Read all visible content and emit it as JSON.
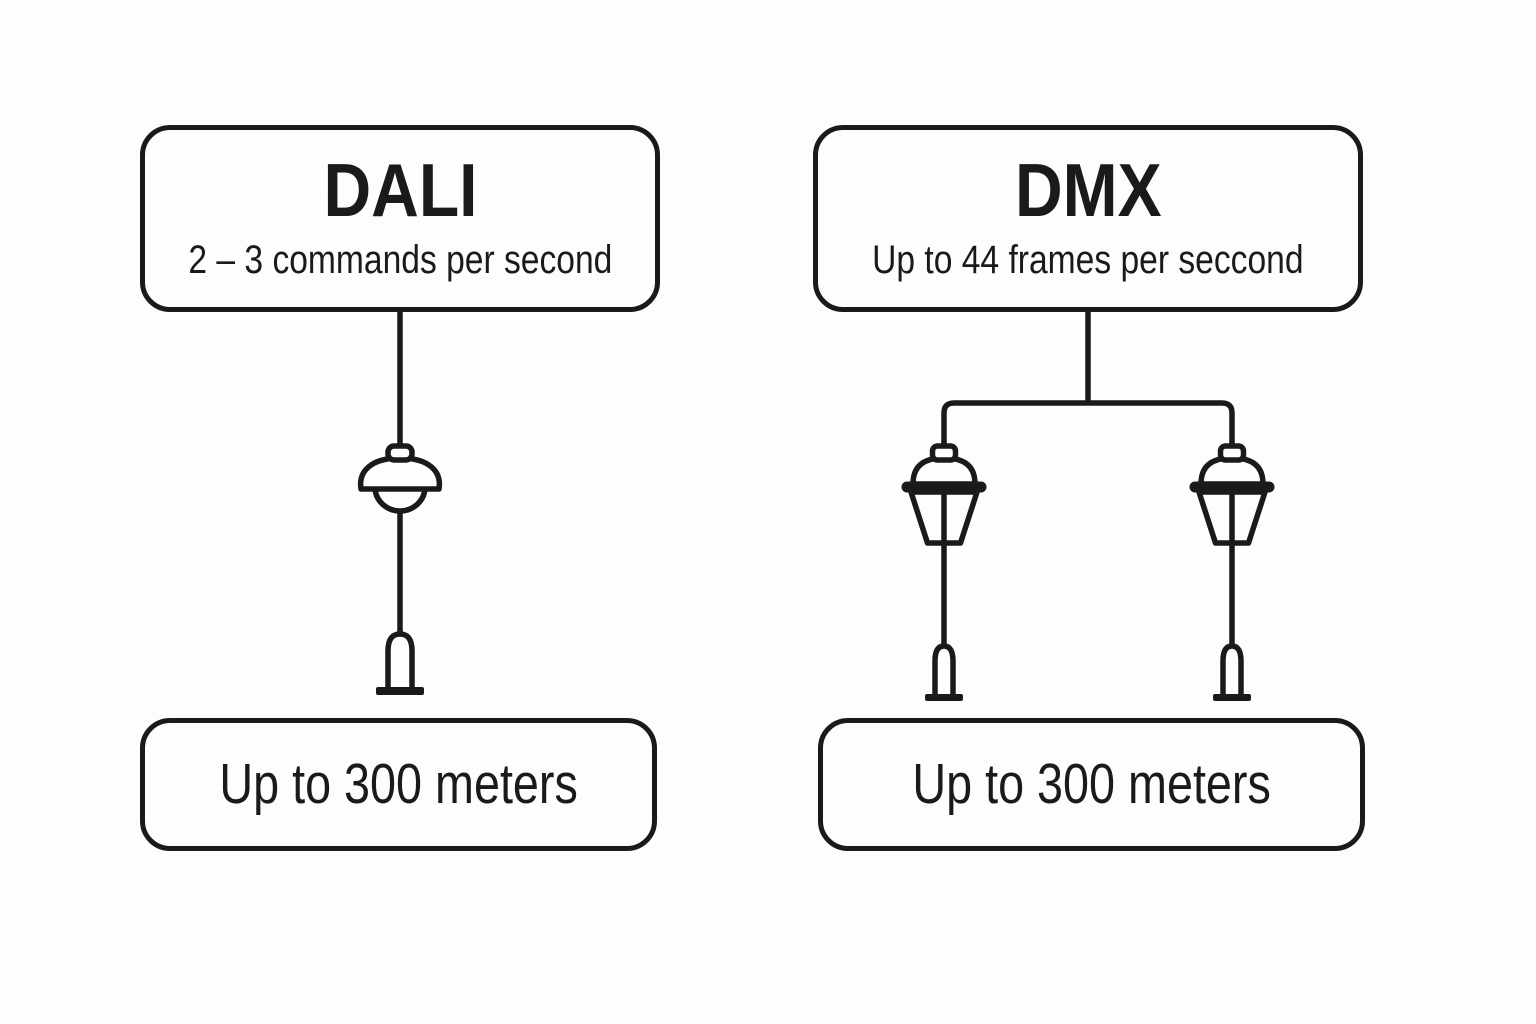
{
  "colors": {
    "line": "#1a1a1a",
    "background": "#fdfdfd"
  },
  "dali": {
    "title": "DALI",
    "subtitle": "2 – 3 commands per second",
    "range_label": "Up to 300 meters",
    "lamp_icon": "pendant-lamp-icon",
    "lamp_count": 1
  },
  "dmx": {
    "title": "DMX",
    "subtitle": "Up to 44 frames per seccond",
    "range_label": "Up to 300 meters",
    "lamp_icon": "street-lantern-icon",
    "lamp_count": 2
  }
}
